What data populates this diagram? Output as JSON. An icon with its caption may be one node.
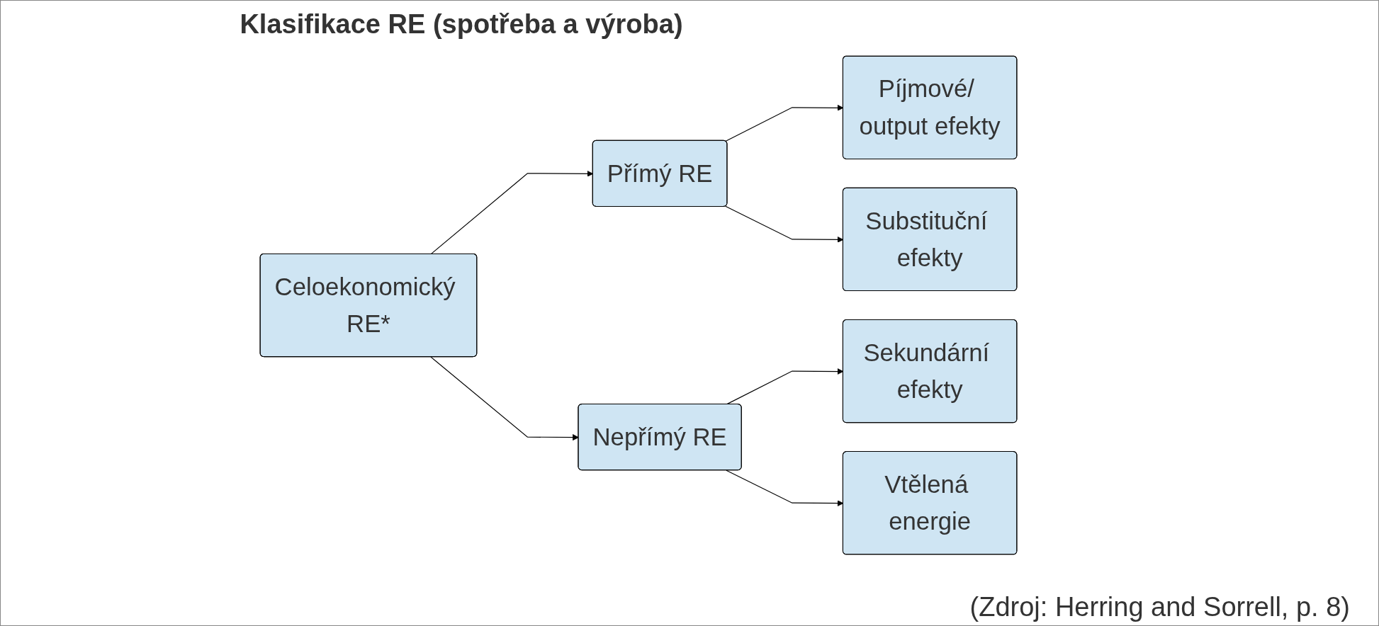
{
  "diagram": {
    "title": "Klasifikace RE (spotřeba a výroba)",
    "caption": "(Zdroj: Herring and Sorrell, p. 8)",
    "nodes": [
      {
        "text": [
          "Celoekonomický RE*"
        ]
      },
      {
        "text": [
          "Přímý RE"
        ]
      },
      {
        "text": [
          "Nepřímý RE"
        ]
      },
      {
        "text": [
          "Píjmové/ output efekty"
        ]
      },
      {
        "text": [
          "Substituční efekty"
        ]
      },
      {
        "text": [
          "Sekundární efekty"
        ]
      },
      {
        "text": [
          "Vtělená energie"
        ]
      }
    ],
    "edges": [
      {
        "from": 0,
        "to": 1,
        "arrow": "to"
      },
      {
        "from": 0,
        "to": 2,
        "arrow": "to"
      },
      {
        "from": 1,
        "to": 3,
        "arrow": "to"
      },
      {
        "from": 1,
        "to": 4,
        "arrow": "to"
      },
      {
        "from": 2,
        "to": 5,
        "arrow": "to"
      },
      {
        "from": 2,
        "to": 6,
        "arrow": "to"
      }
    ]
  }
}
